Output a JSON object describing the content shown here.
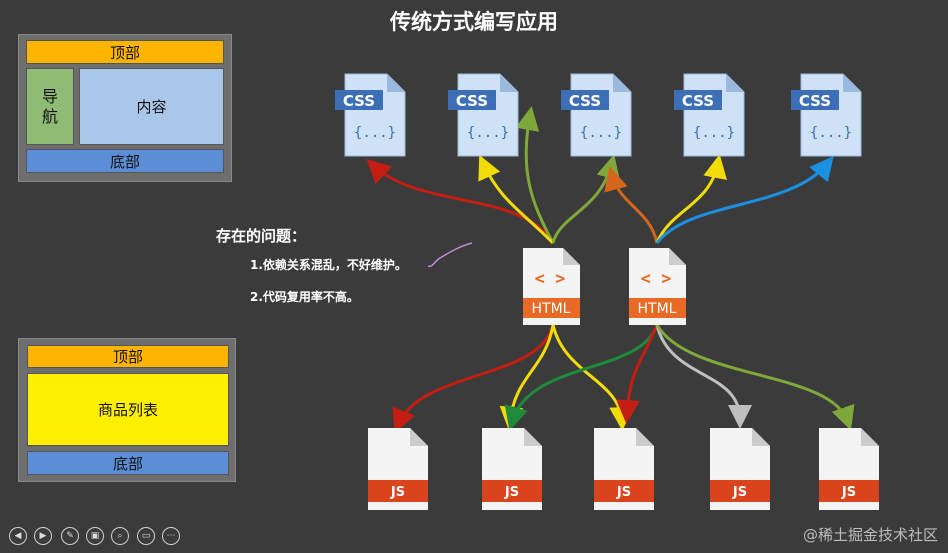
{
  "title": "传统方式编写应用",
  "layout_top": {
    "header": "顶部",
    "nav": [
      "导",
      "航"
    ],
    "content": "内容",
    "footer": "底部"
  },
  "layout_bottom": {
    "header": "顶部",
    "content": "商品列表",
    "footer": "底部"
  },
  "problems": {
    "heading": "存在的问题：",
    "items": [
      "1.依赖关系混乱，不好维护。",
      "2.代码复用率不高。"
    ]
  },
  "css_files": [
    {
      "label": "CSS",
      "braces": "{...}"
    },
    {
      "label": "CSS",
      "braces": "{...}"
    },
    {
      "label": "CSS",
      "braces": "{...}"
    },
    {
      "label": "CSS",
      "braces": "{...}"
    },
    {
      "label": "CSS",
      "braces": "{...}"
    }
  ],
  "html_files": [
    {
      "label": "HTML",
      "glyph": "< >"
    },
    {
      "label": "HTML",
      "glyph": "< >"
    }
  ],
  "js_files": [
    {
      "label": "JS"
    },
    {
      "label": "JS"
    },
    {
      "label": "JS"
    },
    {
      "label": "JS"
    },
    {
      "label": "JS"
    }
  ],
  "arrow_colors": {
    "red": "#c41d12",
    "yellow": "#f2dc07",
    "olive": "#7fa83a",
    "orange": "#d4661b",
    "blue": "#1b8fe0",
    "darkgreen": "#1f8a3b",
    "gray": "#bfbfbf"
  },
  "controls": [
    "prev-icon",
    "next-icon",
    "pen-icon",
    "slides-icon",
    "zoom-icon",
    "subtitle-icon",
    "more-icon"
  ],
  "watermark": "@稀土掘金技术社区"
}
